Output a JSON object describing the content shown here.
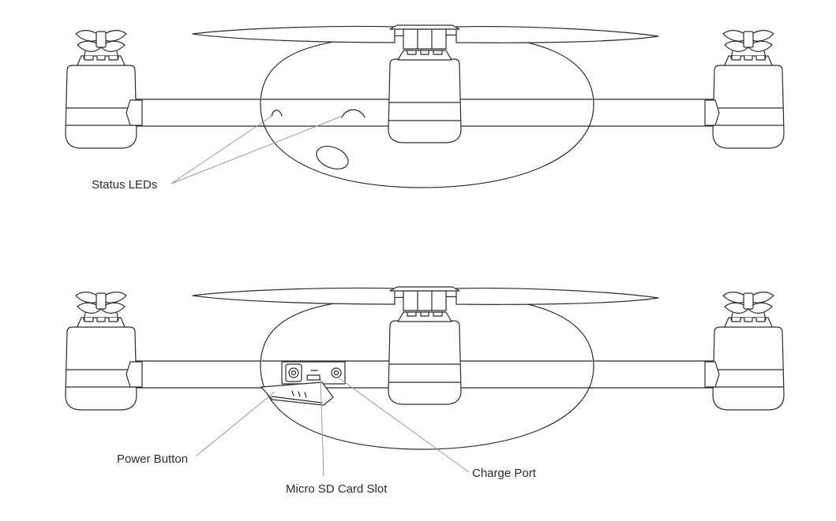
{
  "colors": {
    "line": "#2b2b2b",
    "leader": "#9a9a9a",
    "background": "#ffffff"
  },
  "views": [
    {
      "name": "top-view",
      "labels": [
        {
          "id": "status-leds",
          "text": "Status LEDs"
        }
      ]
    },
    {
      "name": "bottom-view",
      "labels": [
        {
          "id": "power-button",
          "text": "Power Button"
        },
        {
          "id": "micro-sd-card-slot",
          "text": "Micro SD Card Slot"
        },
        {
          "id": "charge-port",
          "text": "Charge Port"
        }
      ]
    }
  ]
}
